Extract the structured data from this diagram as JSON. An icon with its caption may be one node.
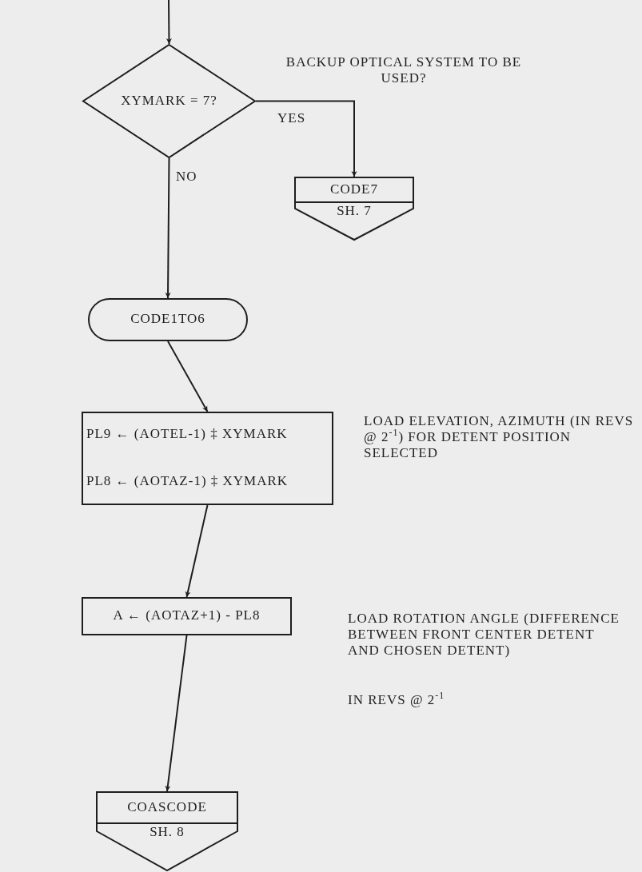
{
  "diagram": {
    "nodes": [
      {
        "text": [
          "XYMARK = 7?"
        ],
        "beside": [
          "BACKUP OPTICAL SYSTEM TO BE USED?"
        ]
      },
      {
        "text": [
          "CODE7",
          "SH. 7"
        ]
      },
      {
        "text": [
          "CODE1TO6"
        ]
      },
      {
        "text": [
          "PL9 ← (AOTEL-1) ‡ XYMARK",
          "PL8 ← (AOTAZ-1) ‡ XYMARK"
        ],
        "beside": [
          "LOAD ELEVATION, AZIMUTH (IN REVS @ 2$^{-1}$) FOR DETENT POSITION SELECTED"
        ]
      },
      {
        "text": [
          "A ← (AOTAZ+1) - PL8"
        ],
        "beside": [
          "LOAD ROTATION ANGLE (DIFFERENCE BETWEEN FRONT CENTER DETENT AND CHOSEN DETENT)",
          "IN REVS @ 2$^{-1}$"
        ]
      },
      {
        "text": [
          "COASCODE",
          "SH. 8"
        ]
      }
    ],
    "edges": [
      {
        "from": null,
        "to": 0,
        "arrow": "to"
      },
      {
        "from": 0,
        "to": 1,
        "arrow": "to",
        "label": "YES"
      },
      {
        "from": 0,
        "to": 2,
        "arrow": "to",
        "label": "NO"
      },
      {
        "from": 2,
        "to": 3,
        "arrow": "to"
      },
      {
        "from": 3,
        "to": 4,
        "arrow": "to"
      },
      {
        "from": 4,
        "to": 5,
        "arrow": "to"
      }
    ]
  }
}
